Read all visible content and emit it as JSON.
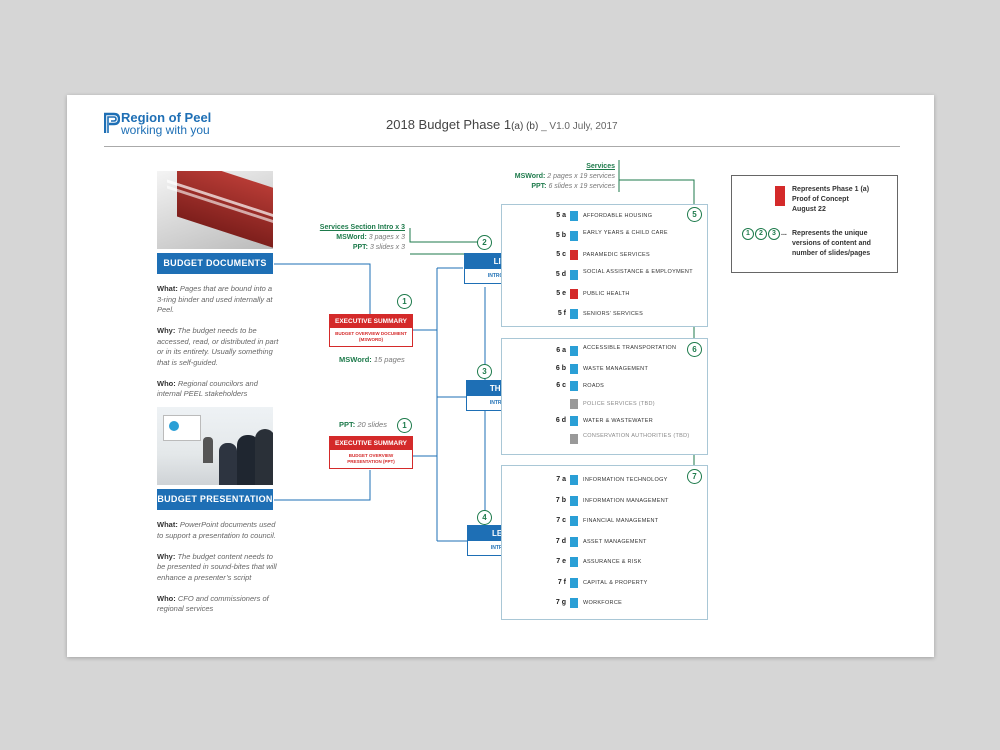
{
  "header": {
    "logo_line1": "Region of Peel",
    "logo_line2": "working with you",
    "title_main": "2018 Budget Phase 1",
    "title_sub": "(a) (b)",
    "title_version": " _ V1.0   July, 2017"
  },
  "documents": {
    "label": "BUDGET DOCUMENTS",
    "what_label": "What:",
    "what_text": "Pages that are bound into a 3-ring binder and used internally at Peel.",
    "why_label": "Why:",
    "why_text": "The budget needs to be accessed, read, or distributed in part or in its entirety. Usually something that is self-guided.",
    "who_label": "Who:",
    "who_text": "Regional councilors and internal PEEL stakeholders"
  },
  "presentation": {
    "label": "BUDGET PRESENTATION",
    "what_label": "What:",
    "what_text": "PowerPoint documents used to support a presentation to council.",
    "why_label": "Why:",
    "why_text": "The budget content needs to be presented in sound-bites that will enhance a presenter’s script",
    "who_label": "Who:",
    "who_text": "CFO and commissioners of regional services"
  },
  "exec_docs": {
    "title": "EXECUTIVE SUMMARY",
    "body": "BUDGET OVERVIEW DOCUMENT (MSWORD)",
    "msword_label": "MSWord:",
    "msword_value": "15 pages",
    "badge": "1"
  },
  "exec_pres": {
    "title": "EXECUTIVE SUMMARY",
    "body": "BUDGET OVERVIEW PRESENTATION (PPT)",
    "ppt_label": "PPT:",
    "ppt_value": "20 slides",
    "badge": "1"
  },
  "services_intro": {
    "title": "Services Section Intro x 3",
    "msword_label": "MSWord:",
    "msword_value": "3 pages x 3",
    "ppt_label": "PPT:",
    "ppt_value": "3 slides x 3"
  },
  "services": {
    "title": "Services",
    "msword_label": "MSWord:",
    "msword_value": "2 pages x 19 services",
    "ppt_label": "PPT:",
    "ppt_value": "6 slides x 19 services"
  },
  "sections": [
    {
      "title": "LIVING",
      "sub": "INTRODUCTION",
      "badge": "2",
      "group_badge": "5"
    },
    {
      "title": "THRIVING",
      "sub": "INTRODUCTION",
      "badge": "3",
      "group_badge": "6"
    },
    {
      "title": "LEADING",
      "sub": "INTRODUCTION",
      "badge": "4",
      "group_badge": "7"
    }
  ],
  "colors": {
    "blue": "#1e6fb5",
    "red": "#d42a2a",
    "green": "#1d7a4b",
    "cyan": "#2a9fd6",
    "gray": "#999999"
  },
  "living_items": [
    {
      "num": "5 a",
      "label": "AFFORDABLE HOUSING",
      "status": "blue"
    },
    {
      "num": "5 b",
      "label": "EARLY YEARS & CHILD CARE",
      "status": "blue"
    },
    {
      "num": "5 c",
      "label": "PARAMEDIC SERVICES",
      "status": "red"
    },
    {
      "num": "5 d",
      "label": "SOCIAL ASSISTANCE & EMPLOYMENT",
      "status": "blue"
    },
    {
      "num": "5 e",
      "label": "PUBLIC HEALTH",
      "status": "red"
    },
    {
      "num": "5 f",
      "label": "SENIORS’ SERVICES",
      "status": "blue"
    }
  ],
  "thriving_items": [
    {
      "num": "6 a",
      "label": "ACCESSIBLE TRANSPORTATION",
      "status": "blue"
    },
    {
      "num": "6 b",
      "label": "WASTE MANAGEMENT",
      "status": "blue"
    },
    {
      "num": "6 c",
      "label": "ROADS",
      "status": "blue"
    },
    {
      "num": "",
      "label": "POLICE SERVICES (TBD)",
      "status": "gray"
    },
    {
      "num": "6 d",
      "label": "WATER & WASTEWATER",
      "status": "blue"
    },
    {
      "num": "",
      "label": "CONSERVATION AUTHORITIES (TBD)",
      "status": "gray"
    }
  ],
  "leading_items": [
    {
      "num": "7 a",
      "label": "INFORMATION TECHNOLOGY",
      "status": "blue"
    },
    {
      "num": "7 b",
      "label": "INFORMATION MANAGEMENT",
      "status": "blue"
    },
    {
      "num": "7 c",
      "label": "FINANCIAL MANAGEMENT",
      "status": "blue"
    },
    {
      "num": "7 d",
      "label": "ASSET MANAGEMENT",
      "status": "blue"
    },
    {
      "num": "7 e",
      "label": "ASSURANCE & RISK",
      "status": "blue"
    },
    {
      "num": "7 f",
      "label": "CAPITAL & PROPERTY",
      "status": "blue"
    },
    {
      "num": "7 g",
      "label": "WORKFORCE",
      "status": "blue"
    }
  ],
  "legend": {
    "red_line1": "Represents Phase 1 (a)",
    "red_line2": "Proof of Concept",
    "red_line3": "August 22",
    "badges": [
      "1",
      "2",
      "3"
    ],
    "badges_suffix": "...",
    "unique_line1": "Represents the unique",
    "unique_line2": "versions of content and",
    "unique_line3": "number of slides/pages"
  }
}
